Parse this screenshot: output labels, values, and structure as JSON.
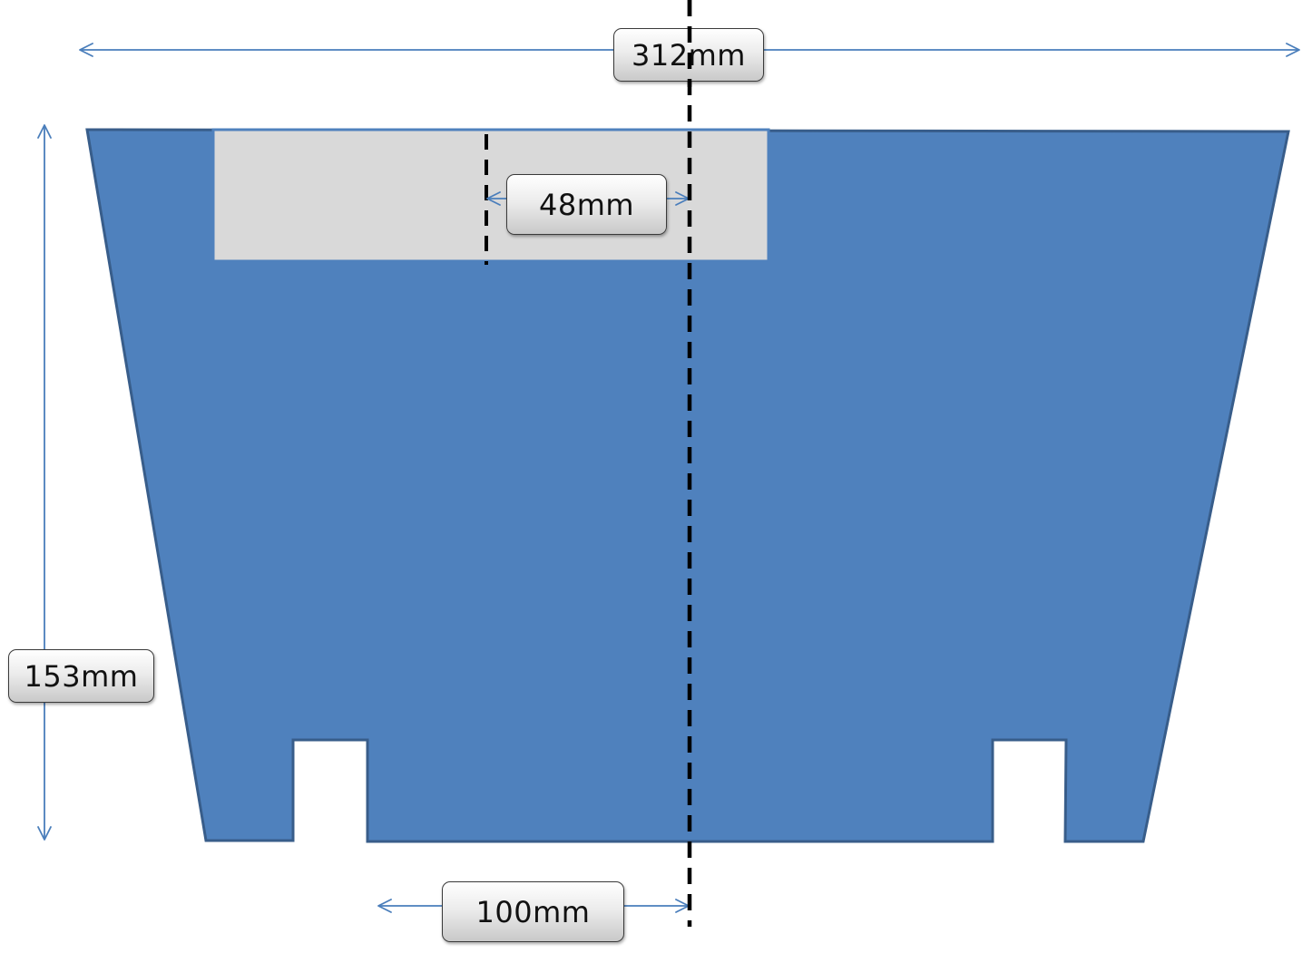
{
  "diagram": {
    "colors": {
      "panel_fill": "#4f81bd",
      "panel_stroke": "#385d8a",
      "cutout_fill": "#d9d9d9",
      "arrow": "#4a7ebb",
      "centerline": "#000000"
    },
    "dimensions": {
      "overall_width": "312mm",
      "overall_height": "153mm",
      "cutout_offset": "48mm",
      "bottom_offset": "100mm"
    }
  }
}
